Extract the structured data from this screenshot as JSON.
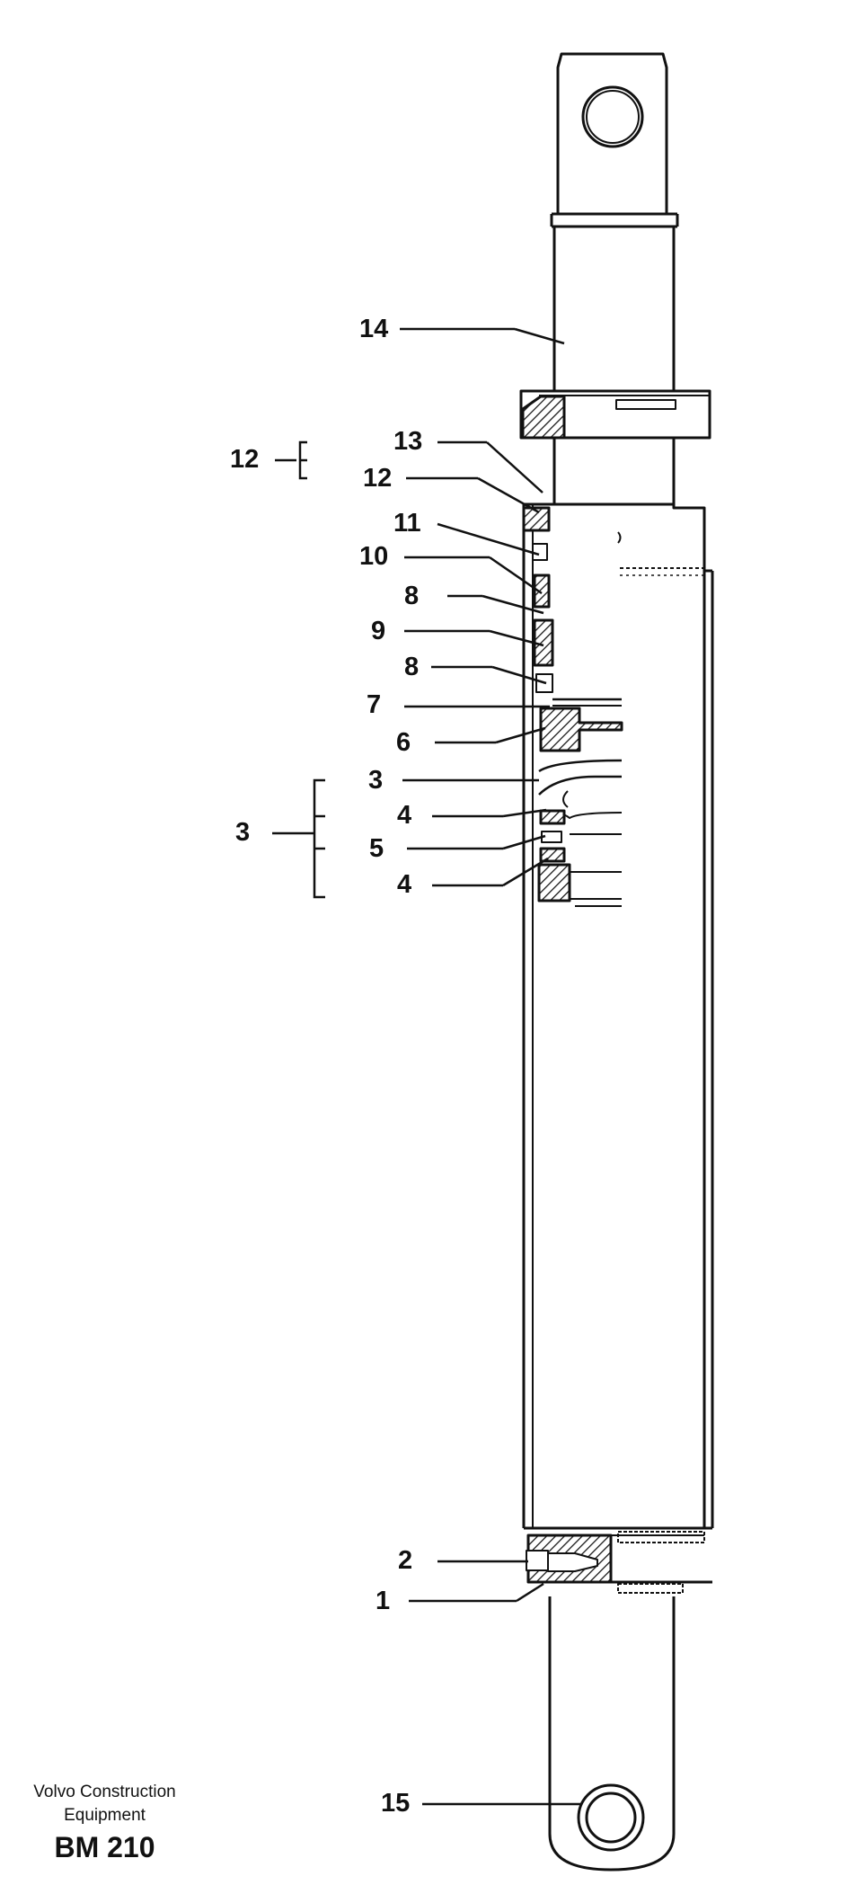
{
  "callouts": [
    {
      "id": "c14",
      "label": "14"
    },
    {
      "id": "c13",
      "label": "13"
    },
    {
      "id": "c12a",
      "label": "12"
    },
    {
      "id": "c12b",
      "label": "12"
    },
    {
      "id": "c11",
      "label": "11"
    },
    {
      "id": "c10",
      "label": "10"
    },
    {
      "id": "c8a",
      "label": "8"
    },
    {
      "id": "c9",
      "label": "9"
    },
    {
      "id": "c8b",
      "label": "8"
    },
    {
      "id": "c7",
      "label": "7"
    },
    {
      "id": "c6",
      "label": "6"
    },
    {
      "id": "c3a",
      "label": "3"
    },
    {
      "id": "c3b",
      "label": "3"
    },
    {
      "id": "c4a",
      "label": "4"
    },
    {
      "id": "c5",
      "label": "5"
    },
    {
      "id": "c4b",
      "label": "4"
    },
    {
      "id": "c2",
      "label": "2"
    },
    {
      "id": "c1",
      "label": "1"
    },
    {
      "id": "c15",
      "label": "15"
    }
  ],
  "brand": {
    "line1": "Volvo Construction",
    "line2": "Equipment",
    "model": "BM 210"
  }
}
